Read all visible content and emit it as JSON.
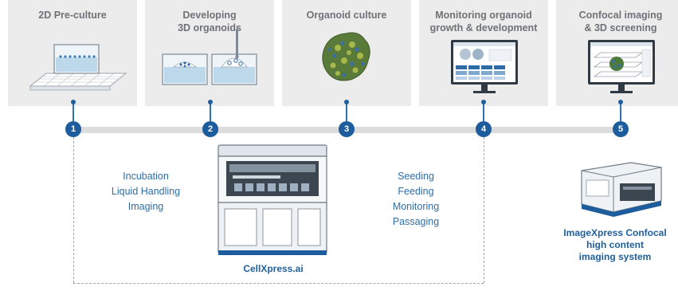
{
  "panels": [
    {
      "title": "2D Pre-culture"
    },
    {
      "title": "Developing\n3D organoids"
    },
    {
      "title": "Organoid culture"
    },
    {
      "title": "Monitoring organoid\ngrowth & development"
    },
    {
      "title": "Confocal imaging\n& 3D screening"
    }
  ],
  "steps": [
    "1",
    "2",
    "3",
    "4",
    "5"
  ],
  "left_tasks": [
    "Incubation",
    "Liquid Handling",
    "Imaging"
  ],
  "right_tasks": [
    "Seeding",
    "Feeding",
    "Monitoring",
    "Passaging"
  ],
  "instrument_center": {
    "label": "CellXpress.ai"
  },
  "instrument_right": {
    "label": "ImageXpress Confocal\nhigh content\nimaging system"
  },
  "colors": {
    "accent": "#1e5d9d",
    "panel_bg": "#ececec",
    "title_gray": "#6f7276",
    "text_blue": "#2e6ea8"
  }
}
